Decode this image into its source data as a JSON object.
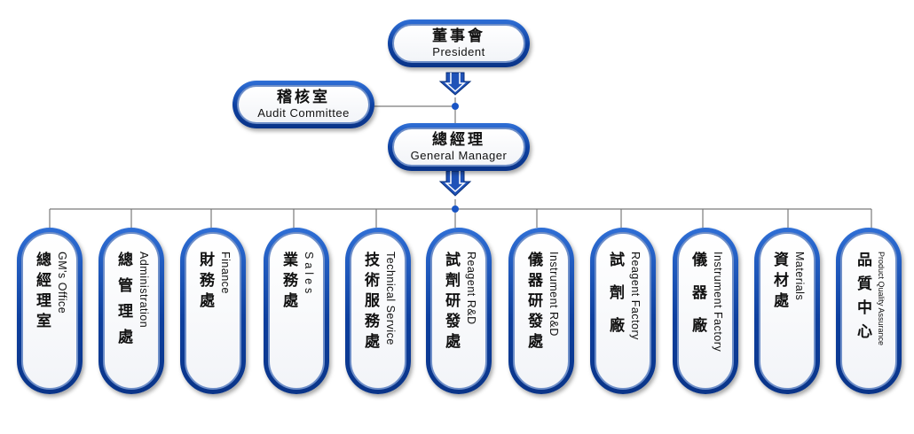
{
  "top": [
    {
      "cn": "董事會",
      "en": "President"
    },
    {
      "cn": "稽核室",
      "en": "Audit Committee"
    },
    {
      "cn": "總經理",
      "en": "General Manager"
    }
  ],
  "departments": [
    {
      "cn": "總經理室",
      "en": "GM's Office"
    },
    {
      "cn": "總管理處",
      "en": "Administration"
    },
    {
      "cn": "財務處",
      "en": "Finance"
    },
    {
      "cn": "業務處",
      "en": "Sales"
    },
    {
      "cn": "技術服務處",
      "en": "Technical Service"
    },
    {
      "cn": "試劑研發處",
      "en": "Reagent R&D"
    },
    {
      "cn": "儀器研發處",
      "en": "Instrument R&D"
    },
    {
      "cn": "試劑廠",
      "en": "Reagent Factory"
    },
    {
      "cn": "儀器廠",
      "en": "Instrument Factory"
    },
    {
      "cn": "資材處",
      "en": "Materials"
    },
    {
      "cn": "品質中心",
      "en": "Product Quality Assurance"
    }
  ],
  "colors": {
    "ring": "#0d3f9e",
    "line": "#777777",
    "dot": "#1a55c4"
  }
}
